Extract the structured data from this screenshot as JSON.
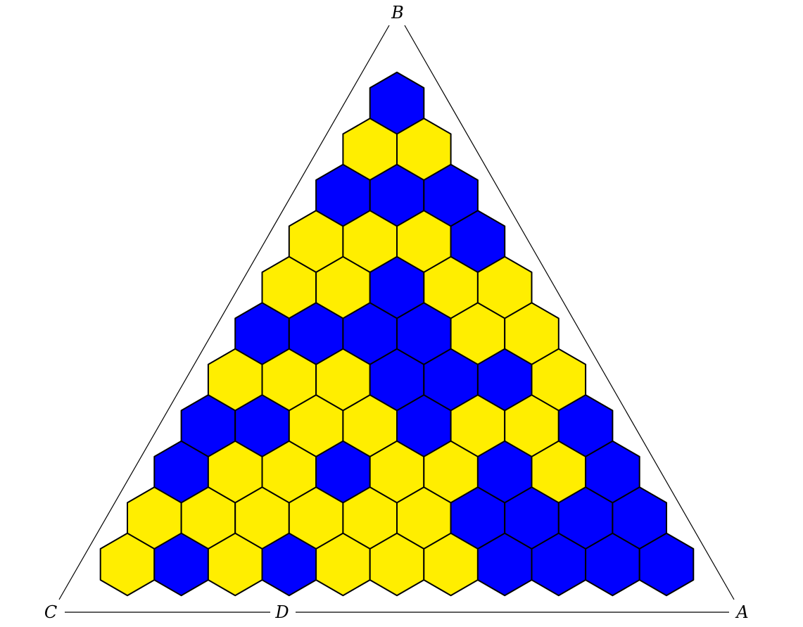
{
  "vertices": {
    "B": "B",
    "C": "C",
    "D": "D",
    "A": "A"
  },
  "colors": {
    "blue": "#0000ff",
    "yellow": "#ffee00",
    "outline": "#000000",
    "background": "#ffffff"
  },
  "board": {
    "rows": [
      "b",
      "yy",
      "bbb",
      "yyyb",
      "yybyy",
      "bbbbyy",
      "yyybbby",
      "bbyybyyb",
      "byybyybyb",
      "yyyyyybbbb",
      "ybybyyybbbb"
    ],
    "legend": {
      "b": "blue",
      "y": "yellow"
    }
  }
}
